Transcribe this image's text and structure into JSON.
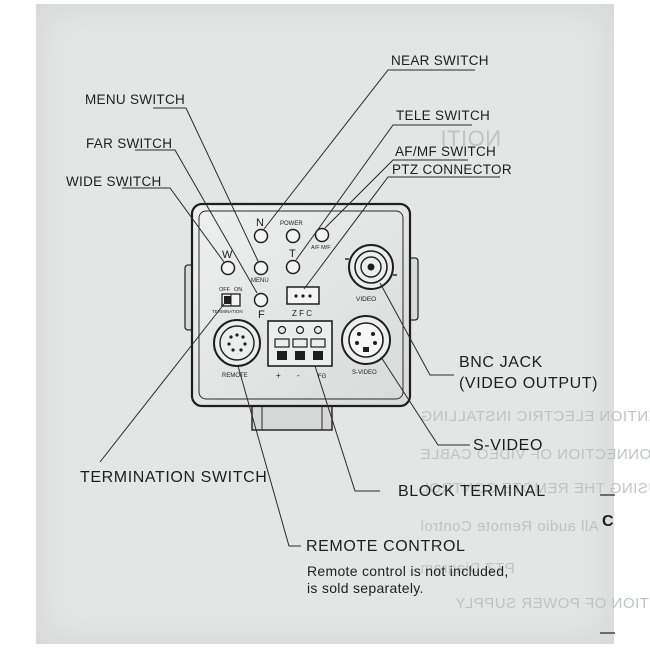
{
  "labels": {
    "near_switch": "NEAR SWITCH",
    "menu_switch": "MENU SWITCH",
    "tele_switch": "TELE SWITCH",
    "far_switch": "FAR SWITCH",
    "af_mf_switch": "AF/MF SWITCH",
    "ptz_connector": "PTZ CONNECTOR",
    "wide_switch": "WIDE SWITCH",
    "bnc_jack": "BNC JACK",
    "video_output": "(VIDEO OUTPUT)",
    "s_video": "S-VIDEO",
    "termination_switch": "TERMINATION SWITCH",
    "block_terminal": "BLOCK TERMINAL",
    "remote_control": "REMOTE CONTROL",
    "remote_note": "Remote control is not included,\nis sold separately."
  },
  "panel": {
    "btn_n": "N",
    "power": "POWER",
    "af_mf": "A/F M/F",
    "btn_w": "W",
    "btn_menu": "MENU",
    "btn_t": "T",
    "btn_f": "F",
    "zfc": "Z F C",
    "video": "VIDEO",
    "off": "OFF",
    "on": "ON",
    "termination": "TERMINATION",
    "remote": "REMOTE",
    "plus": "+",
    "minus": "-",
    "fg": "FG",
    "svideo": "S-VIDEO"
  },
  "margin_letter": "C",
  "colors": {
    "paper": "#e4e6e5",
    "ink": "#1e1e1e",
    "panel_stroke": "#2a2a2a"
  }
}
